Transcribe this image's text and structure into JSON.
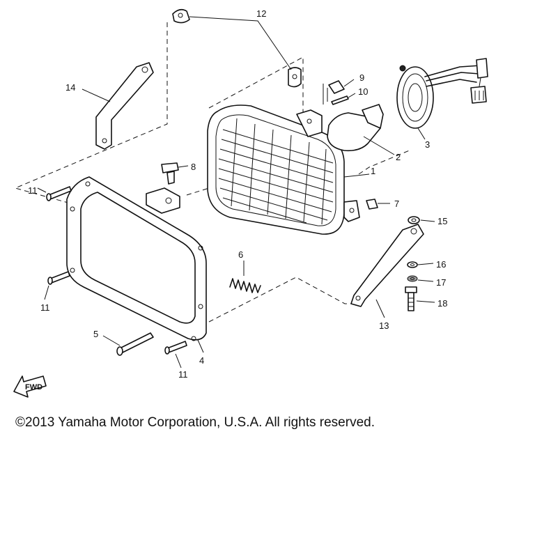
{
  "callouts": [
    {
      "id": "c1",
      "text": "1"
    },
    {
      "id": "c2",
      "text": "2"
    },
    {
      "id": "c3",
      "text": "3"
    },
    {
      "id": "c4",
      "text": "4"
    },
    {
      "id": "c5",
      "text": "5"
    },
    {
      "id": "c6",
      "text": "6"
    },
    {
      "id": "c7",
      "text": "7"
    },
    {
      "id": "c8",
      "text": "8"
    },
    {
      "id": "c9",
      "text": "9"
    },
    {
      "id": "c10",
      "text": "10"
    },
    {
      "id": "c11a",
      "text": "11"
    },
    {
      "id": "c11b",
      "text": "11"
    },
    {
      "id": "c11c",
      "text": "11"
    },
    {
      "id": "c12",
      "text": "12"
    },
    {
      "id": "c13",
      "text": "13"
    },
    {
      "id": "c14",
      "text": "14"
    },
    {
      "id": "c15",
      "text": "15"
    },
    {
      "id": "c16",
      "text": "16"
    },
    {
      "id": "c17",
      "text": "17"
    },
    {
      "id": "c18",
      "text": "18"
    }
  ],
  "fwd_label": "FWD",
  "copyright": "©2013 Yamaha Motor Corporation, U.S.A. All rights reserved."
}
